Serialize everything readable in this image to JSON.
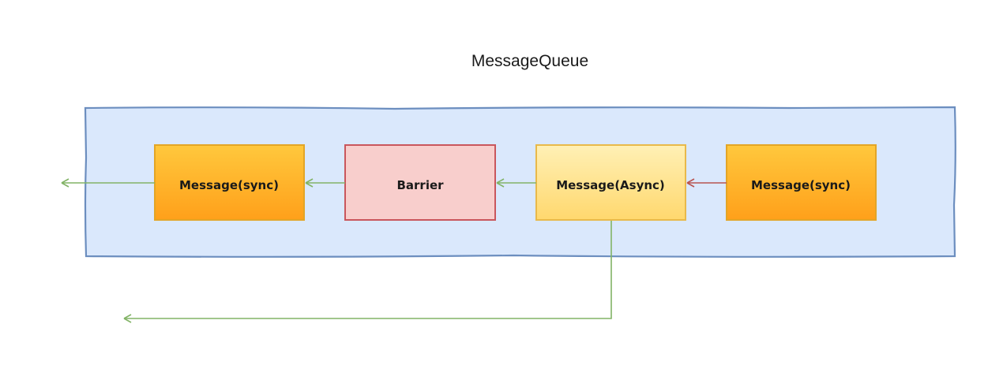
{
  "title": "MessageQueue",
  "nodes": [
    {
      "id": "msg-sync-left",
      "label": "Message(sync)",
      "fill": "#ffb31f",
      "stroke": "#e3a526"
    },
    {
      "id": "barrier",
      "label": "Barrier",
      "fill": "#f7cccd",
      "stroke": "#c9565c"
    },
    {
      "id": "msg-async",
      "label": "Message(Async)",
      "fill": "#ffe49a",
      "stroke": "#e8b94a"
    },
    {
      "id": "msg-sync-right",
      "label": "Message(sync)",
      "fill": "#ffb31f",
      "stroke": "#e3a526"
    }
  ],
  "colors": {
    "queue_fill": "#dae8fc",
    "queue_stroke": "#6c8ebf",
    "edge_green": "#82b366",
    "edge_red": "#b85450"
  }
}
